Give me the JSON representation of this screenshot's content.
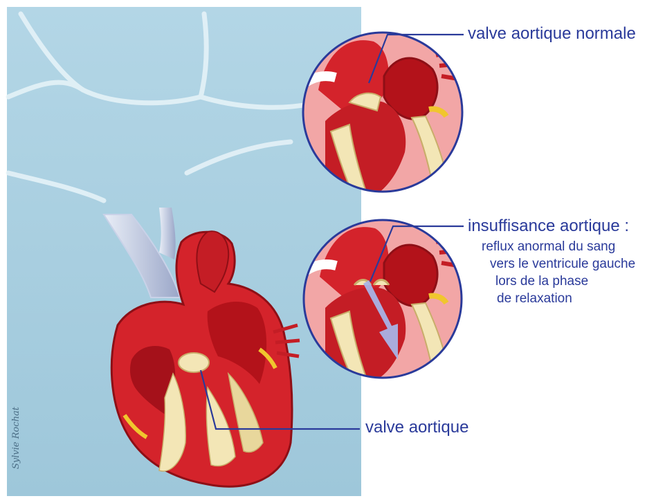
{
  "labels": {
    "normal_valve": "valve aortique normale",
    "insufficiency": "insuffisance aortique :",
    "insufficiency_details": [
      "reflux anormal du sang",
      "vers le ventricule gauche",
      "lors de la phase",
      "de relaxation"
    ],
    "aortic_valve": "valve aortique"
  },
  "signature": "Sylvie Rochat",
  "colors": {
    "background_panel": "#a8cfe0",
    "heart_red": "#d4232b",
    "heart_dark": "#8e0f16",
    "valve_cream": "#f3e6b6",
    "label_blue": "#2a3a9a",
    "reflux_arrow": "#a9b3e6",
    "fat_yellow": "#f0c62e"
  }
}
